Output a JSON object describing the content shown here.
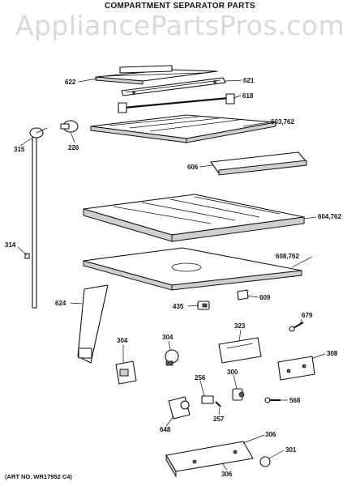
{
  "header": {
    "title": "COMPARTMENT SEPARATOR PARTS"
  },
  "watermark": "AppliancePartsPros.com",
  "footer": {
    "art_number": "(ART NO. WR17952 C4)"
  },
  "callouts": [
    {
      "id": "622",
      "label": "622"
    },
    {
      "id": "621",
      "label": "621"
    },
    {
      "id": "618",
      "label": "618"
    },
    {
      "id": "603_762",
      "label": "603,762"
    },
    {
      "id": "315",
      "label": "315"
    },
    {
      "id": "226",
      "label": "226"
    },
    {
      "id": "606",
      "label": "606"
    },
    {
      "id": "604_762",
      "label": "604,762"
    },
    {
      "id": "314",
      "label": "314"
    },
    {
      "id": "608_762",
      "label": "608,762"
    },
    {
      "id": "624",
      "label": "624"
    },
    {
      "id": "435",
      "label": "435"
    },
    {
      "id": "609",
      "label": "609"
    },
    {
      "id": "679",
      "label": "679"
    },
    {
      "id": "304a",
      "label": "304"
    },
    {
      "id": "304b",
      "label": "304"
    },
    {
      "id": "323",
      "label": "323"
    },
    {
      "id": "308",
      "label": "308"
    },
    {
      "id": "256",
      "label": "256"
    },
    {
      "id": "300",
      "label": "300"
    },
    {
      "id": "568",
      "label": "568"
    },
    {
      "id": "648",
      "label": "648"
    },
    {
      "id": "257",
      "label": "257"
    },
    {
      "id": "306a",
      "label": "306"
    },
    {
      "id": "301",
      "label": "301"
    },
    {
      "id": "306b",
      "label": "306"
    }
  ]
}
